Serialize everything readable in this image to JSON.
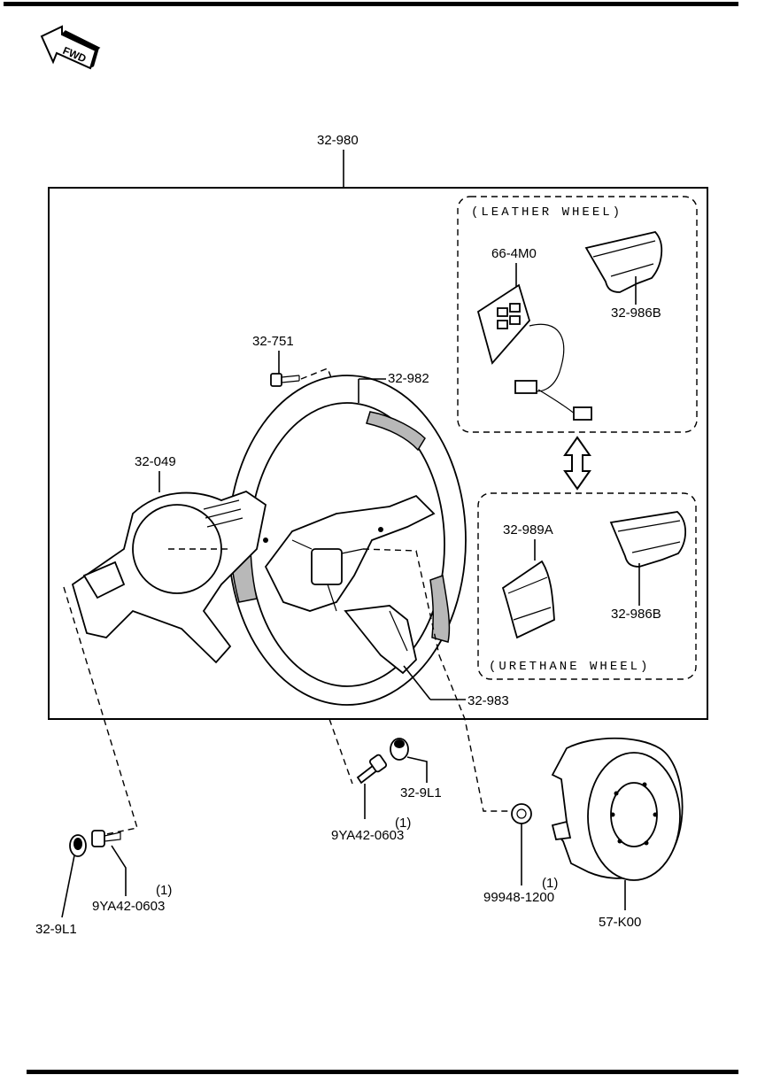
{
  "orientation_mark": "FWD",
  "labels": {
    "assembly": "32-980",
    "bolt_top": "32-751",
    "wheel": "32-982",
    "column_cover": "32-049",
    "lower_cover": "32-983",
    "switch": "66-4M0",
    "leather_cover": "32-986B",
    "urethane_cover_a": "32-989A",
    "urethane_cover_b": "32-986B",
    "nut_center": "32-9L1",
    "bolt_center": "9YA42-0603",
    "bolt_center_qty": "(1)",
    "nut_left": "32-9L1",
    "bolt_left": "9YA42-0603",
    "bolt_left_qty": "(1)",
    "nut_right": "99948-1200",
    "nut_right_qty": "(1)",
    "airbag": "57-K00"
  },
  "groups": {
    "leather": "(LEATHER WHEEL)",
    "urethane": "(URETHANE WHEEL)"
  }
}
